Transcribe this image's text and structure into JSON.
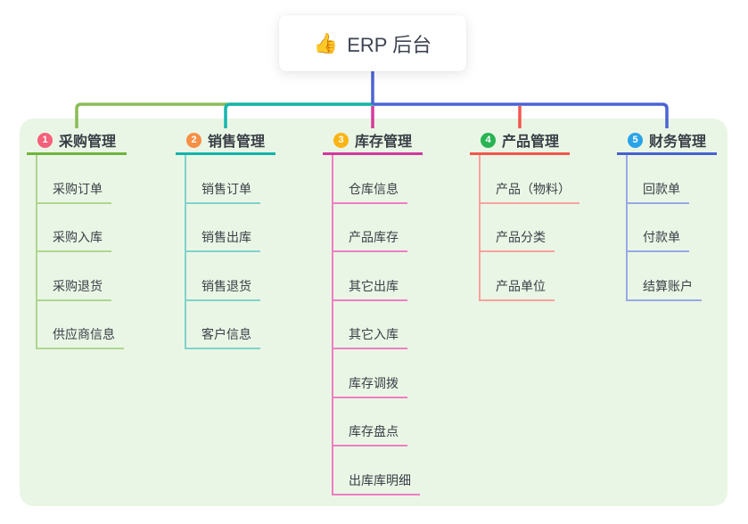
{
  "root": {
    "icon_char": "👍",
    "label": "ERP 后台",
    "stem_color": "#4c63d4"
  },
  "canvas": {
    "bg": "#eaf6e5"
  },
  "branches": [
    {
      "num": "1",
      "title": "采购管理",
      "colors": {
        "badge": "#f5607a",
        "line": "#6eb43d",
        "elbow": "#8abc58",
        "child_line": "#aed690"
      },
      "children": [
        "采购订单",
        "采购入库",
        "采购退货",
        "供应商信息"
      ]
    },
    {
      "num": "2",
      "title": "销售管理",
      "colors": {
        "badge": "#f78f45",
        "line": "#12b3ab",
        "elbow": "#16b5ad",
        "child_line": "#7fd3cc"
      },
      "children": [
        "销售订单",
        "销售出库",
        "销售退货",
        "客户信息"
      ]
    },
    {
      "num": "3",
      "title": "库存管理",
      "colors": {
        "badge": "#fbb413",
        "line": "#d2389e",
        "elbow": "#d63a9d",
        "child_line": "#ee7ec5"
      },
      "children": [
        "仓库信息",
        "产品库存",
        "其它出库",
        "其它入库",
        "库存调拨",
        "库存盘点",
        "出库库明细"
      ]
    },
    {
      "num": "4",
      "title": "产品管理",
      "colors": {
        "badge": "#29b352",
        "line": "#f2564c",
        "elbow": "#f2574e",
        "child_line": "#f8a29b"
      },
      "children": [
        "产品（物料）",
        "产品分类",
        "产品单位"
      ]
    },
    {
      "num": "5",
      "title": "财务管理",
      "colors": {
        "badge": "#2aa3e8",
        "line": "#4661d2",
        "elbow": "#4c63d4",
        "child_line": "#97a9e6"
      },
      "children": [
        "回款单",
        "付款单",
        "结算账户"
      ]
    }
  ]
}
